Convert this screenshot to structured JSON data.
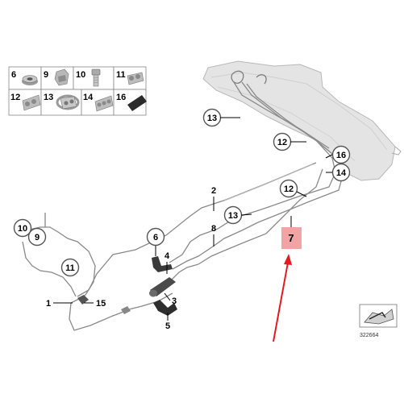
{
  "legend": [
    {
      "number": "6",
      "icon": "nut-icon"
    },
    {
      "number": "9",
      "icon": "clip-icon"
    },
    {
      "number": "10",
      "icon": "bolt-icon"
    },
    {
      "number": "11",
      "icon": "pipe-clip-icon"
    },
    {
      "number": "12",
      "icon": "double-pipe-clip-icon"
    },
    {
      "number": "13",
      "icon": "hose-clamp-icon"
    },
    {
      "number": "14",
      "icon": "triple-clip-icon"
    },
    {
      "number": "16",
      "icon": "pad-icon"
    }
  ],
  "callouts": {
    "c13_top": "13",
    "c12_top": "12",
    "c16": "16",
    "c14": "14",
    "c12_mid": "12",
    "c13_mid": "13",
    "c10": "10",
    "c9": "9",
    "c11": "11",
    "c6": "6"
  },
  "labels": {
    "l1": "1",
    "l2": "2",
    "l3": "3",
    "l4": "4",
    "l5": "5",
    "l8": "8",
    "l15": "15"
  },
  "highlight": {
    "number": "7",
    "color": "#f2a3a3"
  },
  "arrow": {
    "color": "#e8191d"
  },
  "reference": {
    "number": "322664"
  },
  "colors": {
    "callout_border": "#555555",
    "legend_border": "#888888",
    "pipe": "#8a8a8a"
  }
}
